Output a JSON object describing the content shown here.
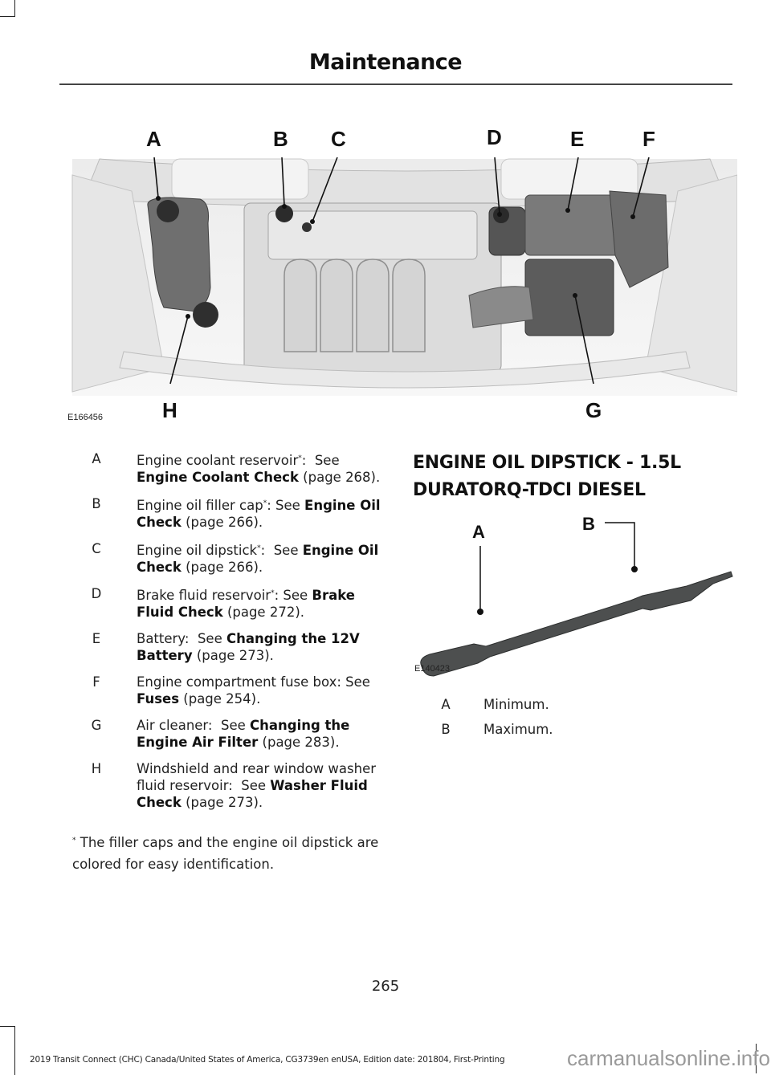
{
  "header": {
    "title": "Maintenance"
  },
  "engine_figure": {
    "code": "E166456",
    "callouts": [
      "A",
      "B",
      "C",
      "D",
      "E",
      "F",
      "G",
      "H"
    ]
  },
  "engine_legend": [
    {
      "key": "A",
      "text": "Engine coolant reservoir",
      "asterisk": true,
      "see": "See",
      "link": "Engine Coolant Check",
      "page": "(page 268)."
    },
    {
      "key": "B",
      "text": "Engine oil filler cap",
      "asterisk": true,
      "see": "See",
      "link": "Engine Oil Check",
      "page": "(page 266)."
    },
    {
      "key": "C",
      "text": "Engine oil dipstick",
      "asterisk": true,
      "see": "See",
      "link": "Engine Oil Check",
      "page": "(page 266)."
    },
    {
      "key": "D",
      "text": "Brake fluid reservoir",
      "asterisk": true,
      "see": "See",
      "link": "Brake Fluid Check",
      "page": "(page 272)."
    },
    {
      "key": "E",
      "text": "Battery",
      "asterisk": false,
      "see": "See",
      "link": "Changing the 12V Battery",
      "page": "(page 273)."
    },
    {
      "key": "F",
      "text": "Engine compartment fuse box",
      "asterisk": false,
      "see": "See",
      "link": "Fuses",
      "page": "(page 254)."
    },
    {
      "key": "G",
      "text": "Air cleaner",
      "asterisk": false,
      "see": "See",
      "link": "Changing the Engine Air Filter",
      "page": "(page 283)."
    },
    {
      "key": "H",
      "text": "Windshield and rear window washer fluid reservoir",
      "asterisk": false,
      "see": "See",
      "link": "Washer Fluid Check",
      "page": "(page 273)."
    }
  ],
  "footnote": {
    "marker": "*",
    "text": " The filler caps and the engine oil dipstick are colored for easy identification."
  },
  "dipstick_section": {
    "heading_line1": "ENGINE OIL DIPSTICK - 1.5L",
    "heading_line2": "DURATORQ-TDCI DIESEL",
    "figure_code": "E140423",
    "callouts": [
      "A",
      "B"
    ],
    "legend": [
      {
        "key": "A",
        "text": "Minimum."
      },
      {
        "key": "B",
        "text": "Maximum."
      }
    ]
  },
  "page_number": "265",
  "footer": {
    "edition_text": "2019 Transit Connect (CHC) Canada/United States of America, CG3739en enUSA, Edition date: 201804, First-Printing",
    "watermark": "carmanualsonline.info"
  }
}
